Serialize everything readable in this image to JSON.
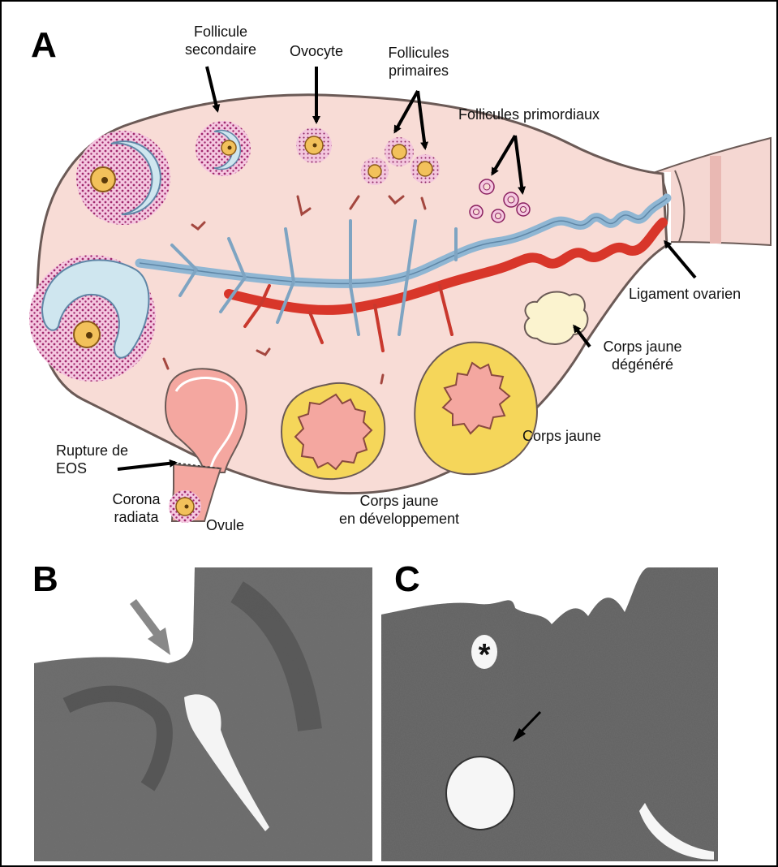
{
  "panels": {
    "a": {
      "letter": "A"
    },
    "b": {
      "letter": "B"
    },
    "c": {
      "letter": "C"
    }
  },
  "labels": {
    "follicule_secondaire": "Follicule\nsecondaire",
    "ovocyte": "Ovocyte",
    "follicules_primaires": "Follicules\nprimaires",
    "follicules_primordiaux": "Follicules primordiaux",
    "ligament_ovarien": "Ligament ovarien",
    "corps_jaune_degenere": "Corps jaune\ndégénéré",
    "corps_jaune": "Corps jaune",
    "corps_jaune_developpement": "Corps jaune\nen développement",
    "rupture_eos": "Rupture de\nEOS",
    "corona_radiata": "Corona\nradiata",
    "ovule": "Ovule"
  },
  "micrograph_c": {
    "asterisk": "*"
  },
  "colors": {
    "ovary_fill": "#f8dcd6",
    "ovary_stroke": "#6b5a56",
    "follicle_dots": "#b5327a",
    "antrum": "#cfe6ef",
    "oocyte": "#f2c15b",
    "artery": "#d8362a",
    "vein": "#8fb6d3",
    "corpus_luteum": "#f5d65a",
    "corpus_degenerate": "#fbf3cf"
  }
}
